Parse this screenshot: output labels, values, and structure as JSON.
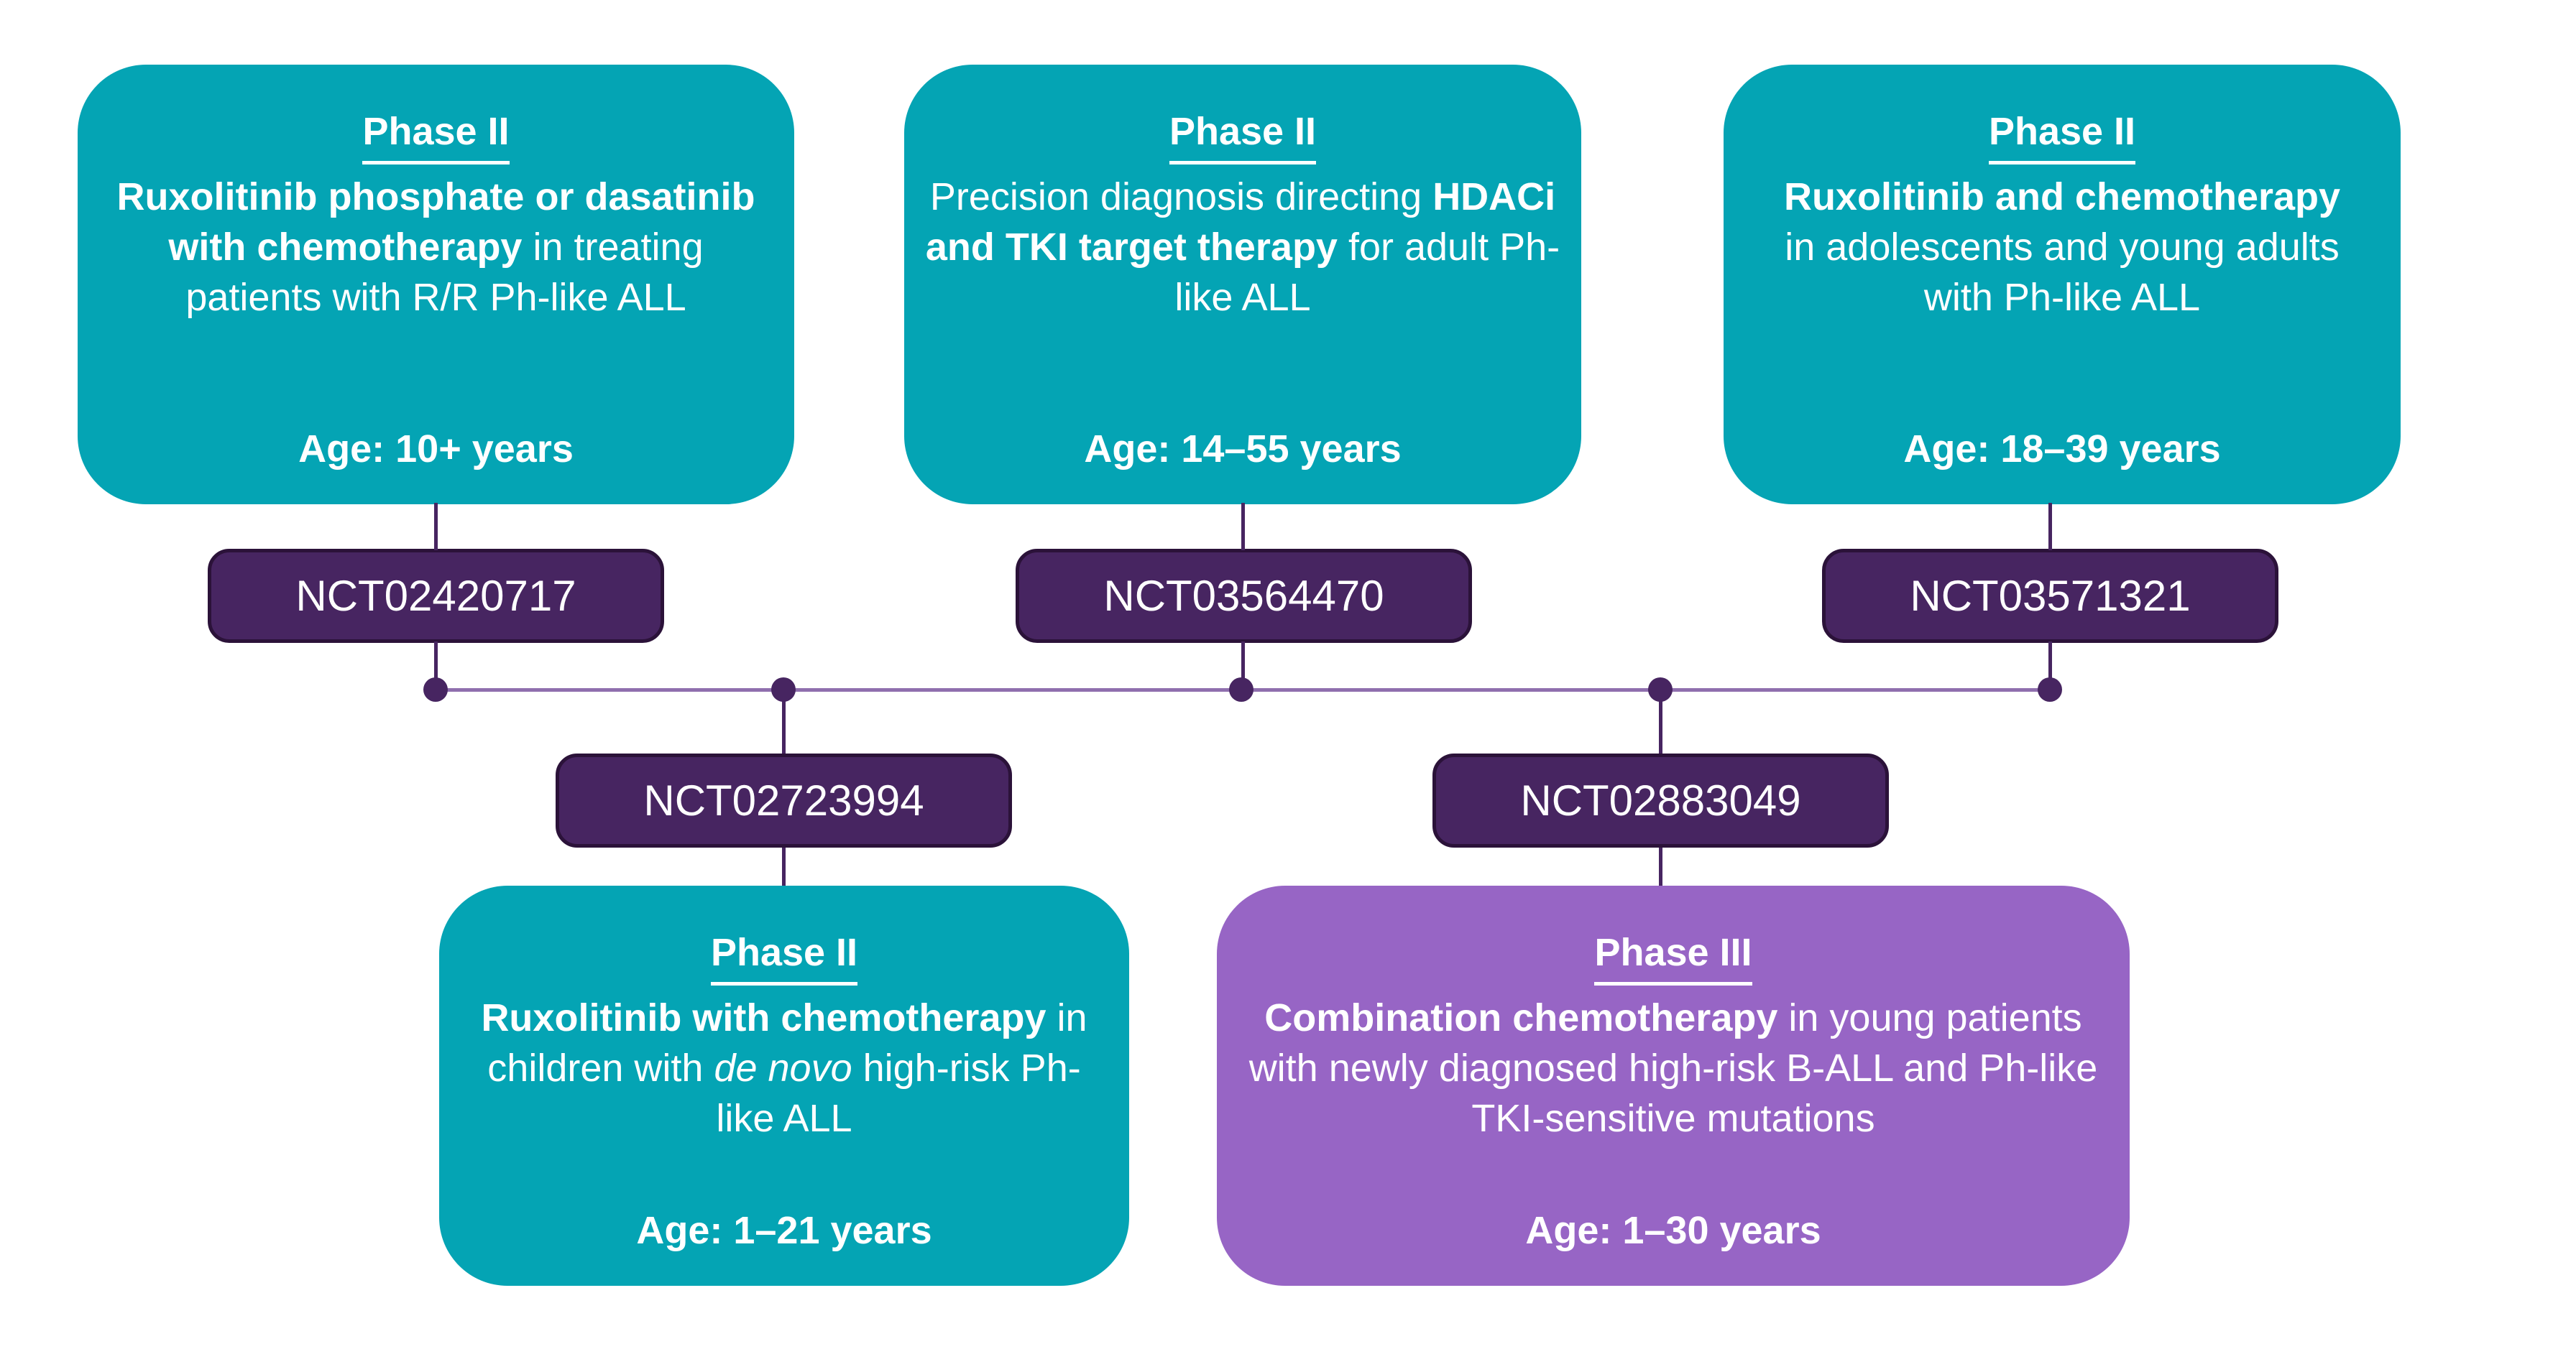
{
  "palette": {
    "teal": "#04A4B4",
    "lilac": "#9765C5",
    "badge_fill": "#472561",
    "badge_border": "#2B1239",
    "line_dark": "#472561",
    "line_light": "#8F6FAE"
  },
  "boxes": [
    {
      "phase": "Phase II",
      "body": [
        {
          "t": "Ruxolitinib phosphate or dasatinib with chemotherapy",
          "b": true
        },
        {
          "t": " in treating patients with R/R Ph-like ALL"
        }
      ],
      "age": "Age: 10+ years",
      "nct": "NCT02420717"
    },
    {
      "phase": "Phase II",
      "body": [
        {
          "t": "Precision diagnosis directing "
        },
        {
          "t": "HDACi and TKI target therapy",
          "b": true
        },
        {
          "t": " for adult Ph-like ALL"
        }
      ],
      "age": "Age: 14–55 years",
      "nct": "NCT03564470"
    },
    {
      "phase": "Phase II",
      "body": [
        {
          "t": "Ruxolitinib and chemotherapy",
          "b": true
        },
        {
          "t": " in adolescents and young adults with Ph-like ALL"
        }
      ],
      "age": "Age: 18–39 years",
      "nct": "NCT03571321"
    },
    {
      "phase": "Phase II",
      "body": [
        {
          "t": "Ruxolitinib with chemotherapy",
          "b": true
        },
        {
          "t": " in children with "
        },
        {
          "t": "de novo",
          "i": true
        },
        {
          "t": " high-risk Ph-like ALL"
        }
      ],
      "age": "Age: 1–21 years",
      "nct": "NCT02723994"
    },
    {
      "phase": "Phase III",
      "body": [
        {
          "t": "Combination chemotherapy",
          "b": true
        },
        {
          "t": " in young patients with newly diagnosed high-risk B-ALL and Ph-like TKI-sensitive mutations"
        }
      ],
      "age": "Age: 1–30 years",
      "nct": "NCT02883049"
    }
  ]
}
